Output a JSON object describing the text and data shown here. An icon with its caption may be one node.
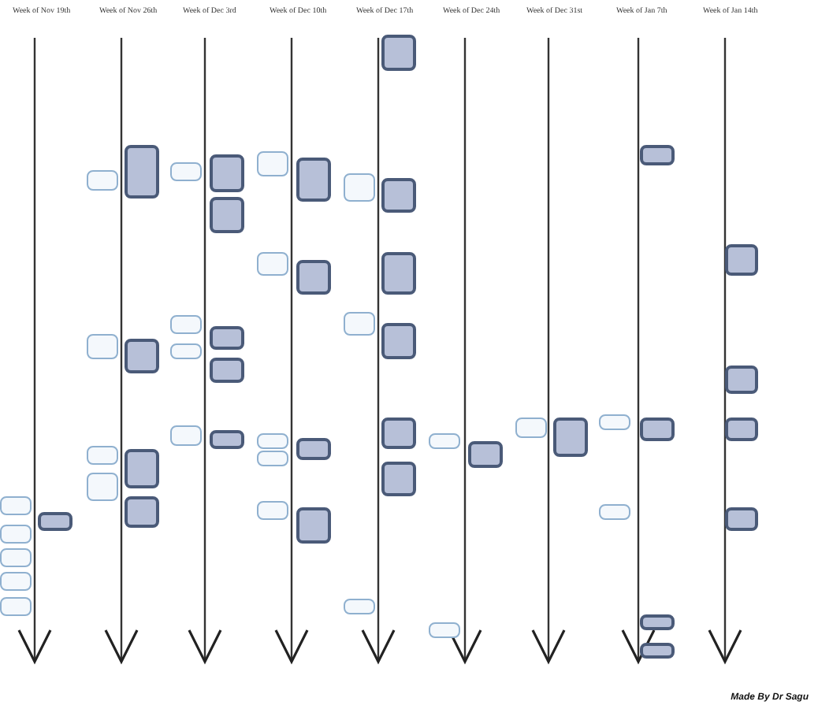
{
  "diagram": {
    "nodes": [
      {
        "text": [],
        "shape": "box"
      },
      {
        "text": [],
        "shape": "box"
      },
      {
        "text": [],
        "shape": "box"
      },
      {
        "text": [],
        "shape": "box"
      },
      {
        "text": [],
        "shape": "box"
      },
      {
        "text": [],
        "shape": "box"
      },
      {
        "text": [],
        "shape": "box"
      },
      {
        "text": [],
        "shape": "box"
      },
      {
        "text": [],
        "shape": "box"
      },
      {
        "text": [],
        "shape": "box"
      },
      {
        "text": [],
        "shape": "box"
      },
      {
        "text": [],
        "shape": "box"
      },
      {
        "text": [],
        "shape": "box"
      },
      {
        "text": [],
        "shape": "box"
      },
      {
        "text": [],
        "shape": "box"
      },
      {
        "text": [],
        "shape": "box"
      },
      {
        "text": [],
        "shape": "box"
      },
      {
        "text": [],
        "shape": "box"
      },
      {
        "text": [],
        "shape": "box"
      },
      {
        "text": [],
        "shape": "box"
      },
      {
        "text": [],
        "shape": "box"
      },
      {
        "text": [],
        "shape": "box"
      },
      {
        "text": [],
        "shape": "box"
      },
      {
        "text": [],
        "shape": "box"
      },
      {
        "text": [],
        "shape": "box"
      },
      {
        "text": [],
        "shape": "box"
      },
      {
        "text": [],
        "shape": "box"
      },
      {
        "text": [],
        "shape": "box"
      },
      {
        "text": [],
        "shape": "box"
      },
      {
        "text": [],
        "shape": "box"
      },
      {
        "text": [],
        "shape": "box"
      },
      {
        "text": [],
        "shape": "box"
      },
      {
        "text": [],
        "shape": "box"
      },
      {
        "text": [],
        "shape": "box"
      },
      {
        "text": [],
        "shape": "box"
      },
      {
        "text": [],
        "shape": "box"
      },
      {
        "text": [],
        "shape": "box"
      },
      {
        "text": [],
        "shape": "box"
      },
      {
        "text": [],
        "shape": "box"
      },
      {
        "text": [],
        "shape": "box"
      },
      {
        "text": [],
        "shape": "box"
      },
      {
        "text": [],
        "shape": "box"
      },
      {
        "text": [],
        "shape": "box"
      },
      {
        "text": [],
        "shape": "box"
      },
      {
        "text": [],
        "shape": "box"
      },
      {
        "text": [],
        "shape": "box"
      },
      {
        "text": [],
        "shape": "box"
      },
      {
        "text": [],
        "shape": "box"
      },
      {
        "text": [],
        "shape": "box"
      },
      {
        "text": [],
        "shape": "box"
      },
      {
        "text": [],
        "shape": "box"
      },
      {
        "text": [],
        "shape": "box"
      },
      {
        "text": [],
        "shape": "box"
      },
      {
        "text": [],
        "shape": "box"
      },
      {
        "text": [],
        "shape": "box"
      },
      {
        "text": [],
        "shape": "box"
      }
    ],
    "labels": [
      "Week of Nov 19th",
      "Week of Nov 26th",
      "Week of Dec 3rd",
      "Week of Dec 10th",
      "Week of Dec 17th",
      "Week of Dec 24th",
      "Week of Dec 31st",
      "Week of Jan 7th",
      "Week of Jan 14th",
      "Made By Dr Sagu"
    ]
  }
}
